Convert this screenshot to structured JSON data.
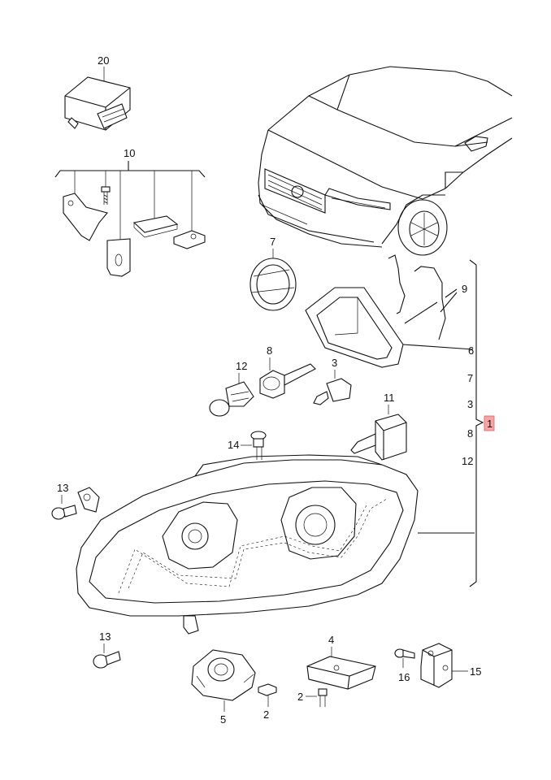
{
  "callouts": {
    "c1": "1",
    "c2a": "2",
    "c2b": "2",
    "c3a": "3",
    "c3b": "3",
    "c4": "4",
    "c5": "5",
    "c6": "6",
    "c7a": "7",
    "c7b": "7",
    "c8a": "8",
    "c8b": "8",
    "c9": "9",
    "c10": "10",
    "c11": "11",
    "c12a": "12",
    "c12b": "12",
    "c13a": "13",
    "c13b": "13",
    "c14": "14",
    "c15": "15",
    "c16": "16",
    "c20": "20"
  },
  "colors": {
    "line": "#111111",
    "highlight": "#f8a4a4"
  }
}
